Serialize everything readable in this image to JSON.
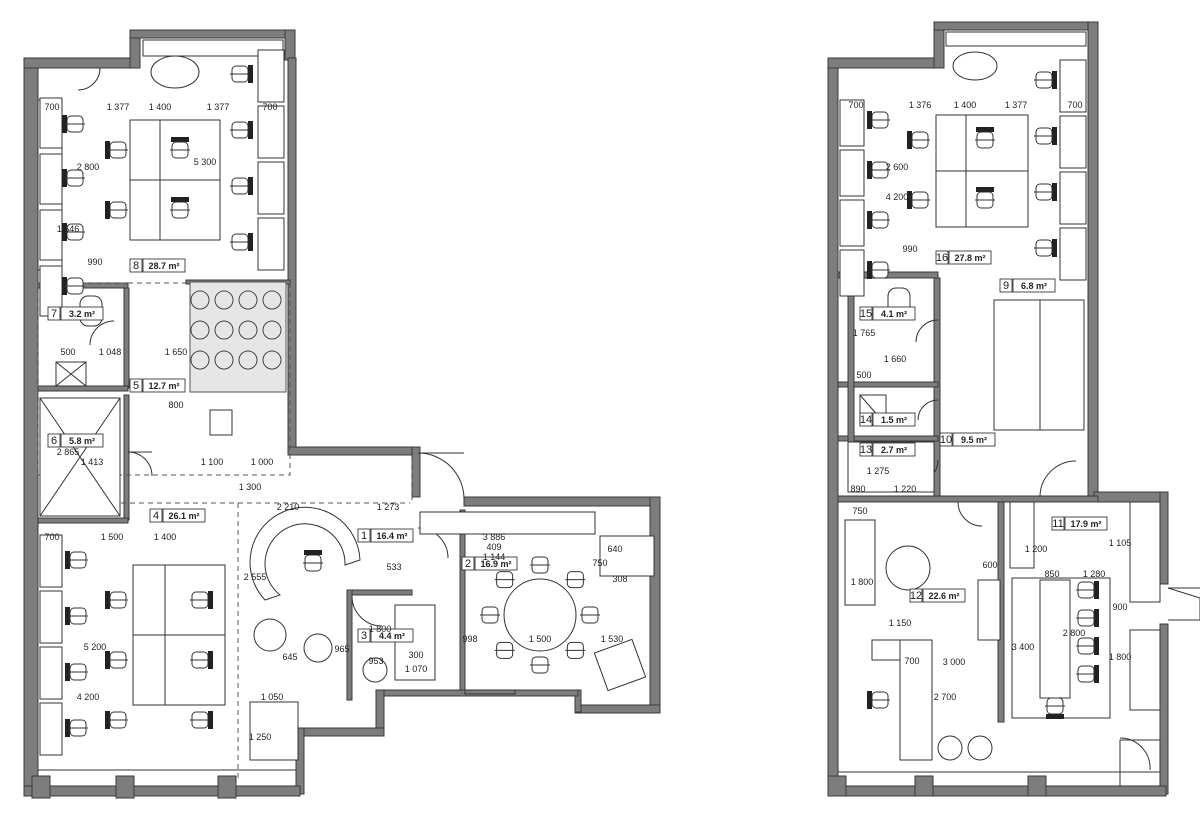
{
  "plans": [
    {
      "rooms": [
        {
          "num": "8",
          "area": "28.7 m²"
        },
        {
          "num": "7",
          "area": "3.2 m²"
        },
        {
          "num": "5",
          "area": "12.7 m²"
        },
        {
          "num": "6",
          "area": "5.8 m²"
        },
        {
          "num": "4",
          "area": "26.1 m²"
        },
        {
          "num": "1",
          "area": "16.4 m²"
        },
        {
          "num": "2",
          "area": "16.9 m²"
        },
        {
          "num": "3",
          "area": "4.4 m²"
        }
      ],
      "dims": [
        "1 377",
        "1 400",
        "1 377",
        "700",
        "700",
        "1 546",
        "2 800",
        "5 300",
        "990",
        "1 650",
        "800",
        "1 100",
        "1 000",
        "1 413",
        "2 865",
        "500",
        "1 048",
        "1 300",
        "1 500",
        "1 400",
        "700",
        "5 200",
        "4 200",
        "2 210",
        "1 273",
        "3 886",
        "2 555",
        "1 050",
        "1 250",
        "645",
        "965",
        "1 070",
        "953",
        "300",
        "1 800",
        "533",
        "998",
        "1 500",
        "1 530",
        "640",
        "750",
        "308",
        "409",
        "1 144"
      ]
    },
    {
      "rooms": [
        {
          "num": "16",
          "area": "27.8 m²"
        },
        {
          "num": "9",
          "area": "6.8 m²"
        },
        {
          "num": "15",
          "area": "4.1 m²"
        },
        {
          "num": "14",
          "area": "1.5 m²"
        },
        {
          "num": "13",
          "area": "2.7 m²"
        },
        {
          "num": "10",
          "area": "9.5 m²"
        },
        {
          "num": "12",
          "area": "22.6 m²"
        },
        {
          "num": "11",
          "area": "17.9 m²"
        }
      ],
      "dims": [
        "1 376",
        "1 400",
        "1 377",
        "700",
        "700",
        "2 600",
        "4 200",
        "990",
        "1 765",
        "1 660",
        "500",
        "1 275",
        "890",
        "1 220",
        "750",
        "1 800",
        "1 150",
        "700",
        "2 700",
        "3 000",
        "600",
        "850",
        "1 280",
        "3 400",
        "2 800",
        "1 200",
        "1 105",
        "900",
        "1 800"
      ]
    }
  ]
}
